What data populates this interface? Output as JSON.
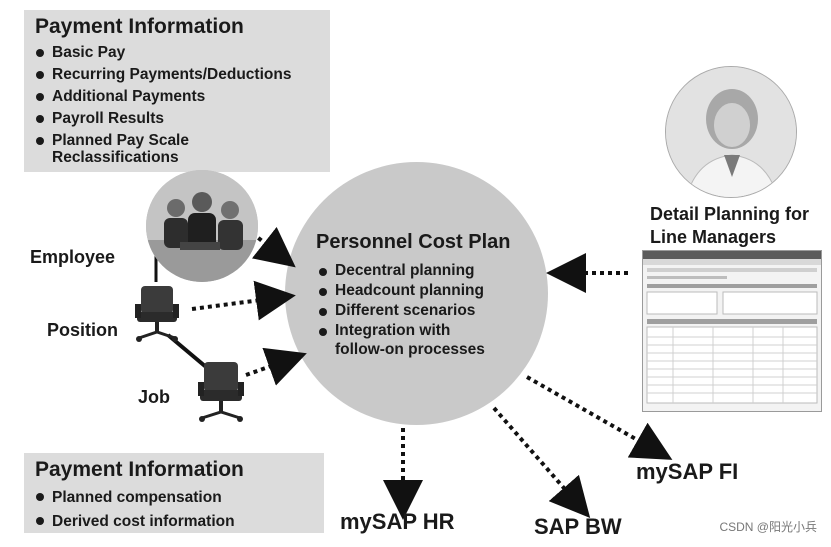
{
  "top_box": {
    "title": "Payment Information",
    "items": [
      "Basic Pay",
      "Recurring Payments/Deductions",
      "Additional Payments",
      "Payroll Results",
      "Planned Pay Scale",
      "Reclassifications"
    ]
  },
  "bottom_box": {
    "title": "Payment Information",
    "items": [
      "Planned compensation",
      "Derived cost information"
    ]
  },
  "org_labels": {
    "employee": "Employee",
    "position": "Position",
    "job": "Job"
  },
  "center": {
    "title": "Personnel Cost Plan",
    "items": [
      "Decentral planning",
      "Headcount planning",
      "Different scenarios",
      "Integration with",
      "follow-on processes"
    ]
  },
  "detail": {
    "line1": "Detail Planning for",
    "line2": "Line Managers"
  },
  "targets": {
    "hr": "mySAP HR",
    "bw": "SAP BW",
    "fi": "mySAP FI"
  },
  "watermark": "CSDN @阳光小兵"
}
